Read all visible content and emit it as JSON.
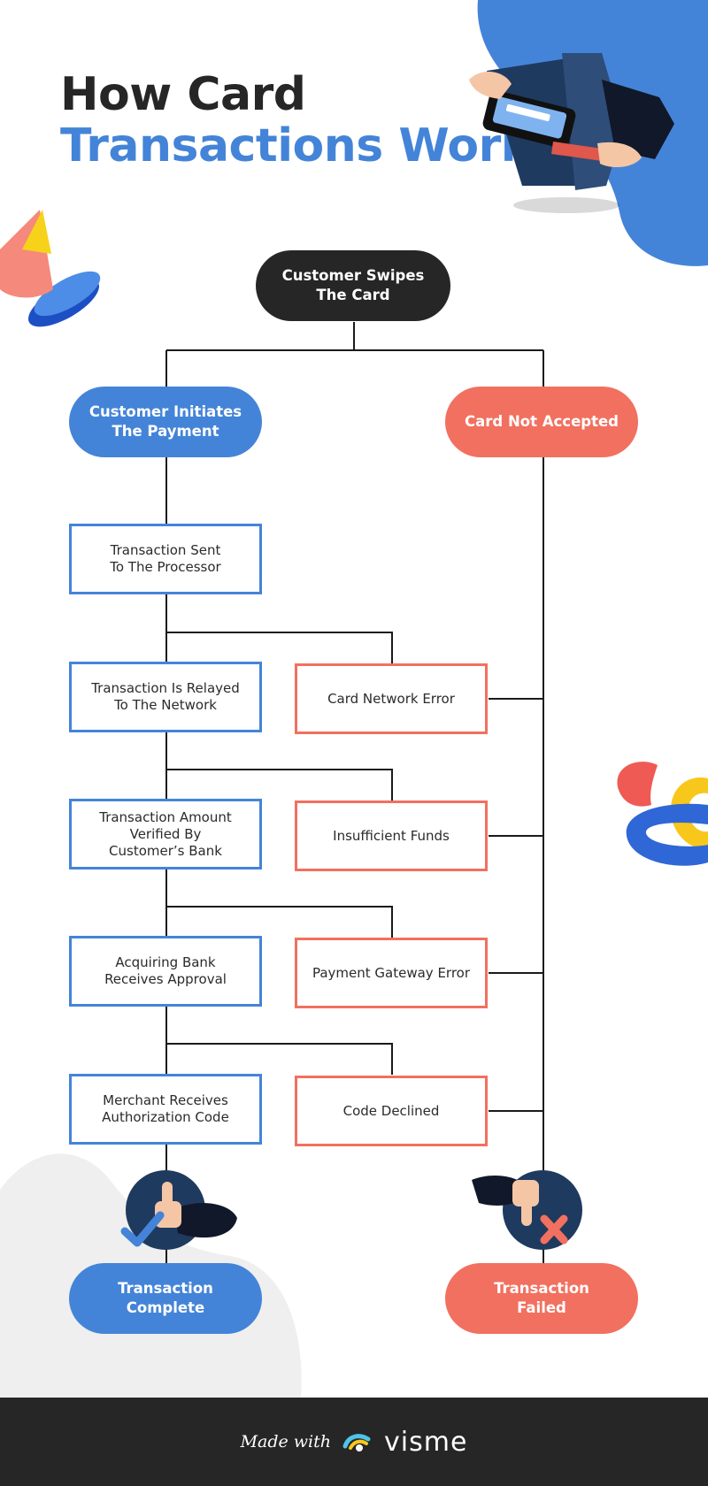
{
  "colors": {
    "blue": "#4484d8",
    "red": "#f2705f",
    "dark": "#262626",
    "line": "#1a1a1a"
  },
  "header": {
    "title_line1": "How Card",
    "title_line2": "Transactions Work"
  },
  "diagram": {
    "start": "Customer Swipes\nThe Card",
    "branch_ok": "Customer Initiates\nThe Payment",
    "branch_fail": "Card Not Accepted",
    "steps": [
      {
        "text": "Transaction Sent\nTo The Processor"
      },
      {
        "text": "Transaction Is Relayed\nTo The Network",
        "error": "Card Network Error"
      },
      {
        "text": "Transaction Amount\nVerified By\nCustomer’s Bank",
        "error": "Insufficient Funds"
      },
      {
        "text": "Acquiring Bank\nReceives Approval",
        "error": "Payment Gateway Error"
      },
      {
        "text": "Merchant Receives\nAuthorization Code",
        "error": "Code Declined"
      }
    ],
    "end_ok": "Transaction\nComplete",
    "end_fail": "Transaction\nFailed"
  },
  "illustrations": {
    "hero": "card-terminal-icon",
    "success": "thumbs-up-icon",
    "failure": "thumbs-down-icon",
    "decor_top": "cone-shapes-decor",
    "decor_right": "ring-shapes-decor"
  },
  "footer": {
    "made_with": "Made with",
    "brand": "visme"
  }
}
